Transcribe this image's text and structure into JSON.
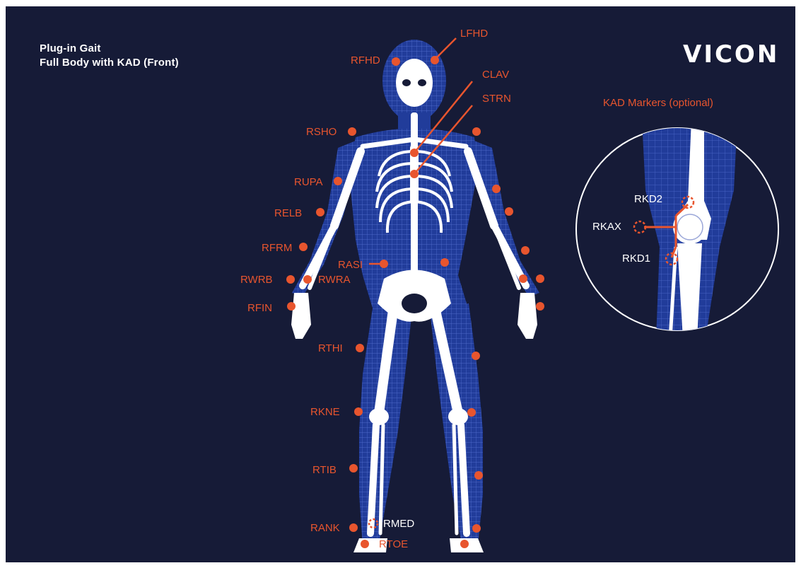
{
  "title": {
    "line1": "Plug-in Gait",
    "line2": "Full Body with KAD (Front)"
  },
  "logo": "VICON",
  "kad": {
    "title": "KAD Markers (optional)"
  },
  "colors": {
    "background": "#161b37",
    "marker": "#e8552e",
    "body_mesh": "#2f55c8",
    "bone": "#ffffff"
  },
  "markers": {
    "lfhd": "LFHD",
    "rfhd": "RFHD",
    "clav": "CLAV",
    "strn": "STRN",
    "rsho": "RSHO",
    "rupa": "RUPA",
    "relb": "RELB",
    "rfrm": "RFRM",
    "rasi": "RASI",
    "rwrb": "RWRB",
    "rwra": "RWRA",
    "rfin": "RFIN",
    "rthi": "RTHI",
    "rkne": "RKNE",
    "rtib": "RTIB",
    "rank": "RANK",
    "rmed": "RMED",
    "rtoe": "RTOE",
    "rkd2": "RKD2",
    "rkax": "RKAX",
    "rkd1": "RKD1"
  }
}
